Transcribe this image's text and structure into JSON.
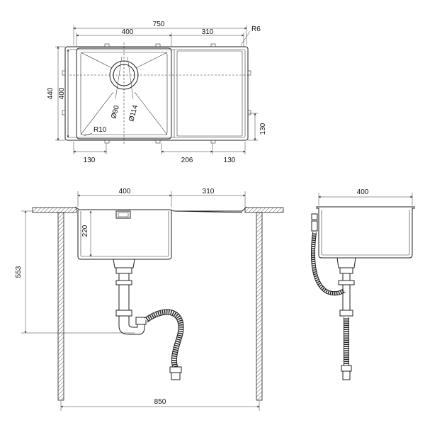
{
  "top_view": {
    "overall_width": "750",
    "corner_radius_outer": "R6",
    "bowl_width": "400",
    "drainboard_width": "310",
    "overall_depth": "440",
    "bowl_depth": "400",
    "drain_inner": "Ø90",
    "drain_outer": "Ø114",
    "bowl_corner_radius": "R10",
    "left_offset": "130",
    "mid_spacing": "206",
    "right_offset": "130",
    "right_vertical": "130"
  },
  "front_view": {
    "bowl_width": "400",
    "drainboard_width": "310",
    "bowl_height": "220",
    "total_height": "553",
    "cabinet_width": "850"
  },
  "side_view": {
    "bowl_depth": "400"
  }
}
